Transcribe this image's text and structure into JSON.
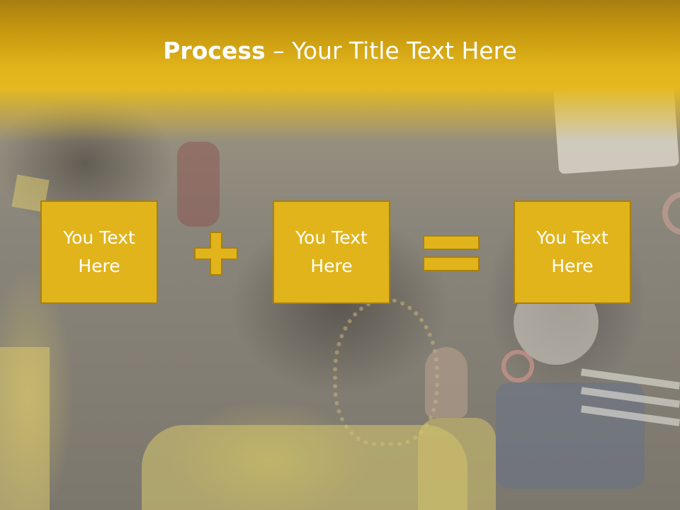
{
  "slide": {
    "title_bold": "Process",
    "title_rest": " – Your Title Text Here"
  },
  "process": {
    "boxes": [
      {
        "text": "You Text Here"
      },
      {
        "text": "You Text Here"
      },
      {
        "text": "You Text Here"
      }
    ],
    "operators": [
      "plus-icon",
      "equals-icon"
    ]
  },
  "colors": {
    "accent": "#e1b41b",
    "accent_border": "#a9800c",
    "header_top": "#a77f10",
    "text": "#ffffff"
  }
}
